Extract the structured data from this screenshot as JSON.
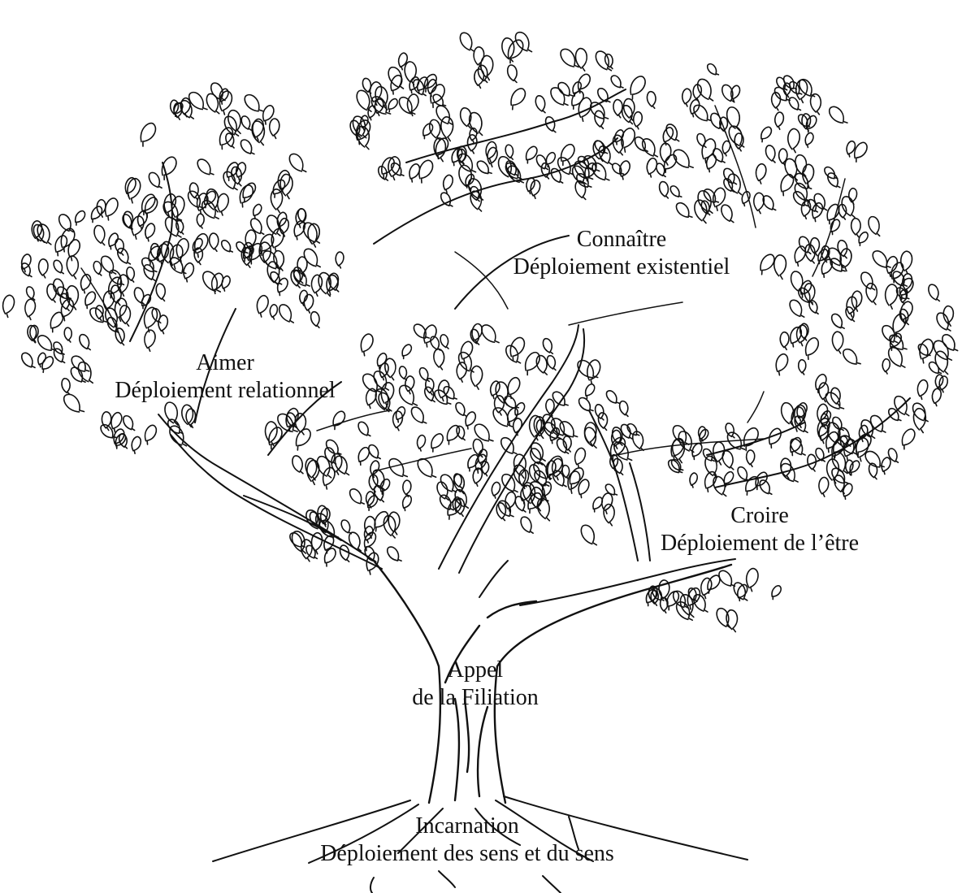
{
  "diagram": {
    "branches": [
      {
        "id": "connaitre",
        "title": "Connaître",
        "subtitle": "Déploiement existentiel"
      },
      {
        "id": "aimer",
        "title": "Aimer",
        "subtitle": "Déploiement relationnel"
      },
      {
        "id": "croire",
        "title": "Croire",
        "subtitle": "Déploiement de l’être"
      }
    ],
    "trunk": {
      "line1": "Appel",
      "line2": "de la Filiation"
    },
    "roots": {
      "title": "Incarnation",
      "subtitle": "Déploiement des sens et du sens"
    }
  },
  "colors": {
    "ink": "#111111",
    "background": "#ffffff"
  }
}
